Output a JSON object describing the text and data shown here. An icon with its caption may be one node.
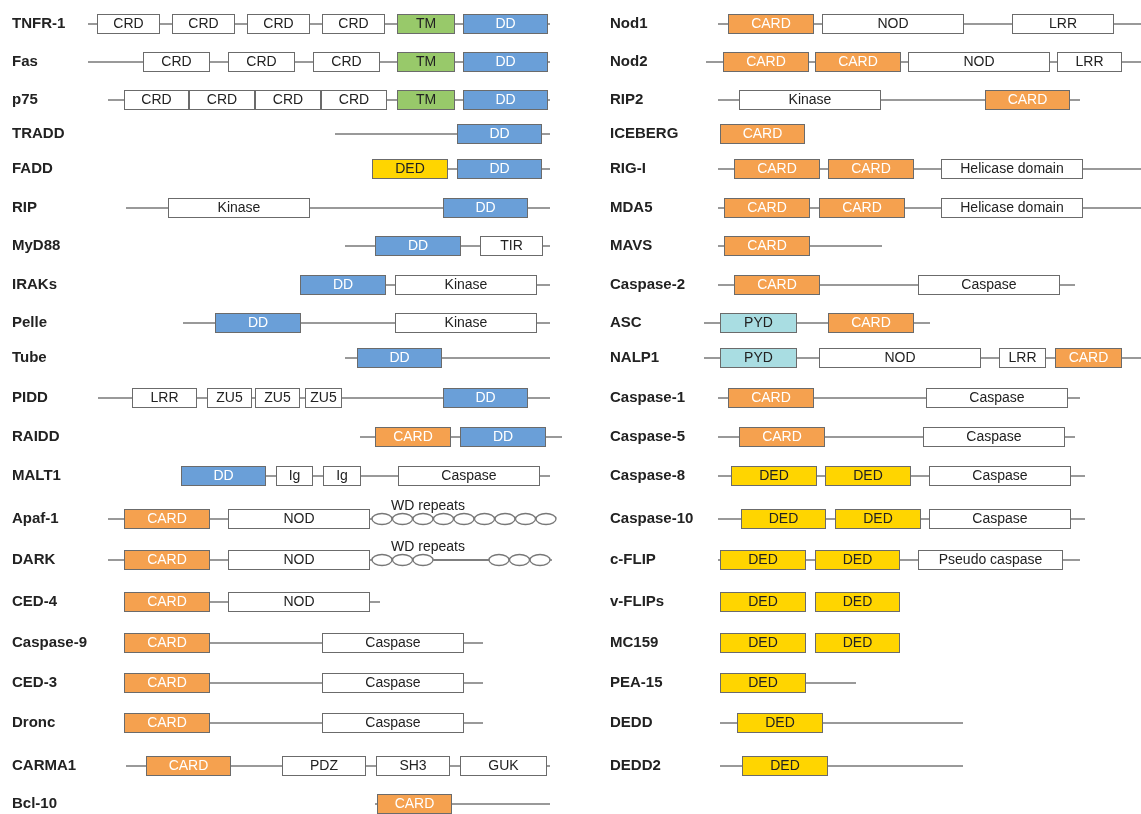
{
  "diagram": {
    "nodes": [
      {
        "text": [
          "CRD"
        ]
      },
      {
        "text": [
          "CRD"
        ]
      },
      {
        "text": [
          "CRD"
        ]
      },
      {
        "text": [
          "CRD"
        ]
      },
      {
        "text": [
          "TM"
        ]
      },
      {
        "text": [
          "DD"
        ]
      },
      {
        "text": [
          "CRD"
        ]
      },
      {
        "text": [
          "CRD"
        ]
      },
      {
        "text": [
          "CRD"
        ]
      },
      {
        "text": [
          "TM"
        ]
      },
      {
        "text": [
          "DD"
        ]
      },
      {
        "text": [
          "CRD"
        ]
      },
      {
        "text": [
          "CRD"
        ]
      },
      {
        "text": [
          "CRD"
        ]
      },
      {
        "text": [
          "CRD"
        ]
      },
      {
        "text": [
          "TM"
        ]
      },
      {
        "text": [
          "DD"
        ]
      },
      {
        "text": [
          "DD"
        ]
      },
      {
        "text": [
          "DED"
        ]
      },
      {
        "text": [
          "DD"
        ]
      },
      {
        "text": [
          "Kinase"
        ]
      },
      {
        "text": [
          "DD"
        ]
      },
      {
        "text": [
          "DD"
        ]
      },
      {
        "text": [
          "TIR"
        ]
      },
      {
        "text": [
          "DD"
        ]
      },
      {
        "text": [
          "Kinase"
        ]
      },
      {
        "text": [
          "DD"
        ]
      },
      {
        "text": [
          "Kinase"
        ]
      },
      {
        "text": [
          "DD"
        ]
      },
      {
        "text": [
          "LRR"
        ]
      },
      {
        "text": [
          "ZU5"
        ]
      },
      {
        "text": [
          "ZU5"
        ]
      },
      {
        "text": [
          "ZU5"
        ]
      },
      {
        "text": [
          "DD"
        ]
      },
      {
        "text": [
          "CARD"
        ]
      },
      {
        "text": [
          "DD"
        ]
      },
      {
        "text": [
          "DD"
        ]
      },
      {
        "text": [
          "Ig"
        ]
      },
      {
        "text": [
          "Ig"
        ]
      },
      {
        "text": [
          "Caspase"
        ]
      },
      {
        "text": [
          "CARD"
        ]
      },
      {
        "text": [
          "NOD"
        ]
      },
      {
        "text": [
          "CARD"
        ]
      },
      {
        "text": [
          "NOD"
        ]
      },
      {
        "text": [
          "CARD"
        ]
      },
      {
        "text": [
          "NOD"
        ]
      },
      {
        "text": [
          "CARD"
        ]
      },
      {
        "text": [
          "Caspase"
        ]
      },
      {
        "text": [
          "CARD"
        ]
      },
      {
        "text": [
          "Caspase"
        ]
      },
      {
        "text": [
          "CARD"
        ]
      },
      {
        "text": [
          "Caspase"
        ]
      },
      {
        "text": [
          "CARD"
        ]
      },
      {
        "text": [
          "PDZ"
        ]
      },
      {
        "text": [
          "SH3"
        ]
      },
      {
        "text": [
          "GUK"
        ]
      },
      {
        "text": [
          "CARD"
        ]
      },
      {
        "text": [
          "CARD"
        ]
      },
      {
        "text": [
          "NOD"
        ]
      },
      {
        "text": [
          "LRR"
        ]
      },
      {
        "text": [
          "CARD"
        ]
      },
      {
        "text": [
          "CARD"
        ]
      },
      {
        "text": [
          "NOD"
        ]
      },
      {
        "text": [
          "LRR"
        ]
      },
      {
        "text": [
          "Kinase"
        ]
      },
      {
        "text": [
          "CARD"
        ]
      },
      {
        "text": [
          "CARD"
        ]
      },
      {
        "text": [
          "CARD"
        ]
      },
      {
        "text": [
          "CARD"
        ]
      },
      {
        "text": [
          "Helicase domain"
        ]
      },
      {
        "text": [
          "CARD"
        ]
      },
      {
        "text": [
          "CARD"
        ]
      },
      {
        "text": [
          "Helicase domain"
        ]
      },
      {
        "text": [
          "CARD"
        ]
      },
      {
        "text": [
          "CARD"
        ]
      },
      {
        "text": [
          "Caspase"
        ]
      },
      {
        "text": [
          "PYD"
        ]
      },
      {
        "text": [
          "CARD"
        ]
      },
      {
        "text": [
          "PYD"
        ]
      },
      {
        "text": [
          "NOD"
        ]
      },
      {
        "text": [
          "LRR"
        ]
      },
      {
        "text": [
          "CARD"
        ]
      },
      {
        "text": [
          "CARD"
        ]
      },
      {
        "text": [
          "Caspase"
        ]
      },
      {
        "text": [
          "CARD"
        ]
      },
      {
        "text": [
          "Caspase"
        ]
      },
      {
        "text": [
          "DED"
        ]
      },
      {
        "text": [
          "DED"
        ]
      },
      {
        "text": [
          "Caspase"
        ]
      },
      {
        "text": [
          "DED"
        ]
      },
      {
        "text": [
          "DED"
        ]
      },
      {
        "text": [
          "Caspase"
        ]
      },
      {
        "text": [
          "DED"
        ]
      },
      {
        "text": [
          "DED"
        ]
      },
      {
        "text": [
          "Pseudo caspase"
        ]
      },
      {
        "text": [
          "DED"
        ]
      },
      {
        "text": [
          "DED"
        ]
      },
      {
        "text": [
          "DED"
        ]
      },
      {
        "text": [
          "DED"
        ]
      },
      {
        "text": [
          "DED"
        ]
      },
      {
        "text": [
          "DED"
        ]
      },
      {
        "text": [
          "DED"
        ]
      }
    ],
    "labels": [
      "TNFR-1",
      "Fas",
      "p75",
      "TRADD",
      "FADD",
      "RIP",
      "MyD88",
      "IRAKs",
      "Pelle",
      "Tube",
      "PIDD",
      "RAIDD",
      "MALT1",
      "Apaf-1",
      "WD repeats",
      "DARK",
      "WD repeats",
      "CED-4",
      "Caspase-9",
      "CED-3",
      "Dronc",
      "CARMA1",
      "Bcl-10",
      "Nod1",
      "Nod2",
      "RIP2",
      "ICEBERG",
      "RIG-I",
      "MDA5",
      "MAVS",
      "Caspase-2",
      "ASC",
      "NALP1",
      "Caspase-1",
      "Caspase-5",
      "Caspase-8",
      "Caspase-10",
      "c-FLIP",
      "v-FLIPs",
      "MC159",
      "PEA-15",
      "DEDD",
      "DEDD2"
    ]
  }
}
